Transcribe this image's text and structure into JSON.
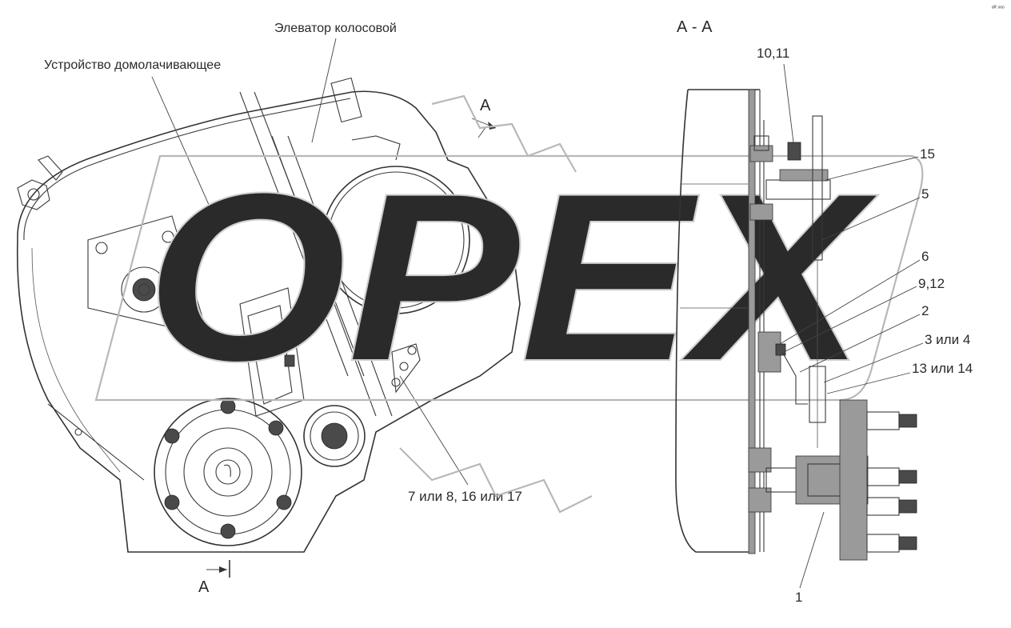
{
  "top_right_mark": "ᵉᴿ ᵒᵒᵒ",
  "watermark_logo": "OPEX",
  "section_title": "А - А",
  "labels": {
    "elevator": "Элеватор колосовой",
    "threshing_device": "Устройство домолачивающее",
    "section_mark_top": "А",
    "section_mark_bottom": "А",
    "callout_10_11": "10,11",
    "callout_15": "15",
    "callout_5": "5",
    "callout_6": "6",
    "callout_9_12": "9,12",
    "callout_2": "2",
    "callout_3_4": "3 или 4",
    "callout_13_14": "13 или 14",
    "callout_7_8_16_17": "7 или 8, 16 или 17",
    "callout_1": "1"
  }
}
